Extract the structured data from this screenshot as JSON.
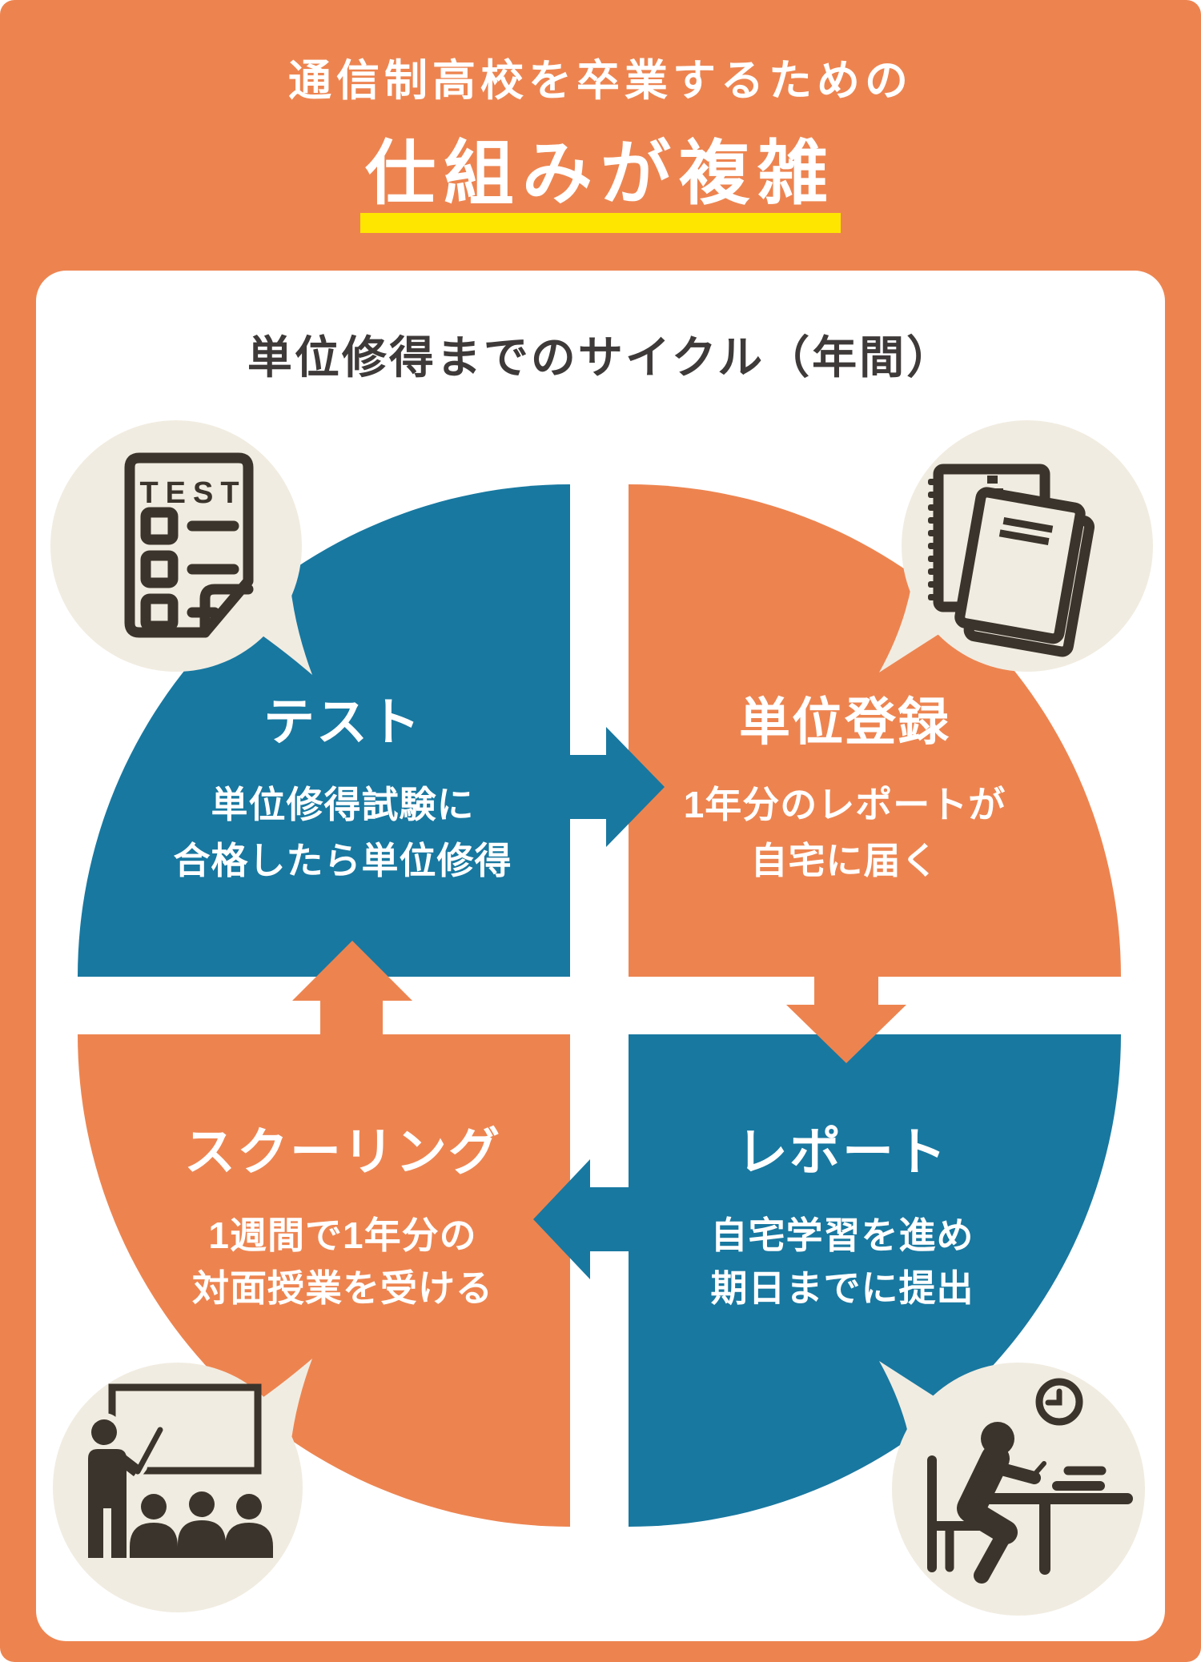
{
  "page": {
    "header": {
      "subtitle": "通信制高校を卒業するための",
      "title": "仕組みが複雑"
    },
    "card": {
      "title": "単位修得までのサイクル（年間）"
    },
    "cycle": {
      "steps": [
        {
          "id": "test",
          "quadrant": "top-left",
          "color": "#1878A0",
          "label": "テスト",
          "desc_line1": "単位修得試験に",
          "desc_line2": "合格したら単位修得",
          "icon": "test-sheet-icon"
        },
        {
          "id": "unit-registration",
          "quadrant": "top-right",
          "color": "#ED8450",
          "label": "単位登録",
          "desc_line1": "1年分のレポートが",
          "desc_line2": "自宅に届く",
          "icon": "report-notebooks-icon"
        },
        {
          "id": "report",
          "quadrant": "bottom-right",
          "color": "#1878A0",
          "label": "レポート",
          "desc_line1": "自宅学習を進め",
          "desc_line2": "期日までに提出",
          "icon": "desk-study-icon"
        },
        {
          "id": "schooling",
          "quadrant": "bottom-left",
          "color": "#ED8450",
          "label": "スクーリング",
          "desc_line1": "1週間で1年分の",
          "desc_line2": "対面授業を受ける",
          "icon": "classroom-teaching-icon"
        }
      ],
      "test_icon_label": "TEST"
    },
    "colors": {
      "background_orange": "#ED8450",
      "quadrant_blue": "#1878A0",
      "underline_yellow": "#FFE600",
      "bubble_cream": "#F1ECE1",
      "icon_dark": "#3A342C",
      "title_dark": "#3E3A39"
    }
  }
}
